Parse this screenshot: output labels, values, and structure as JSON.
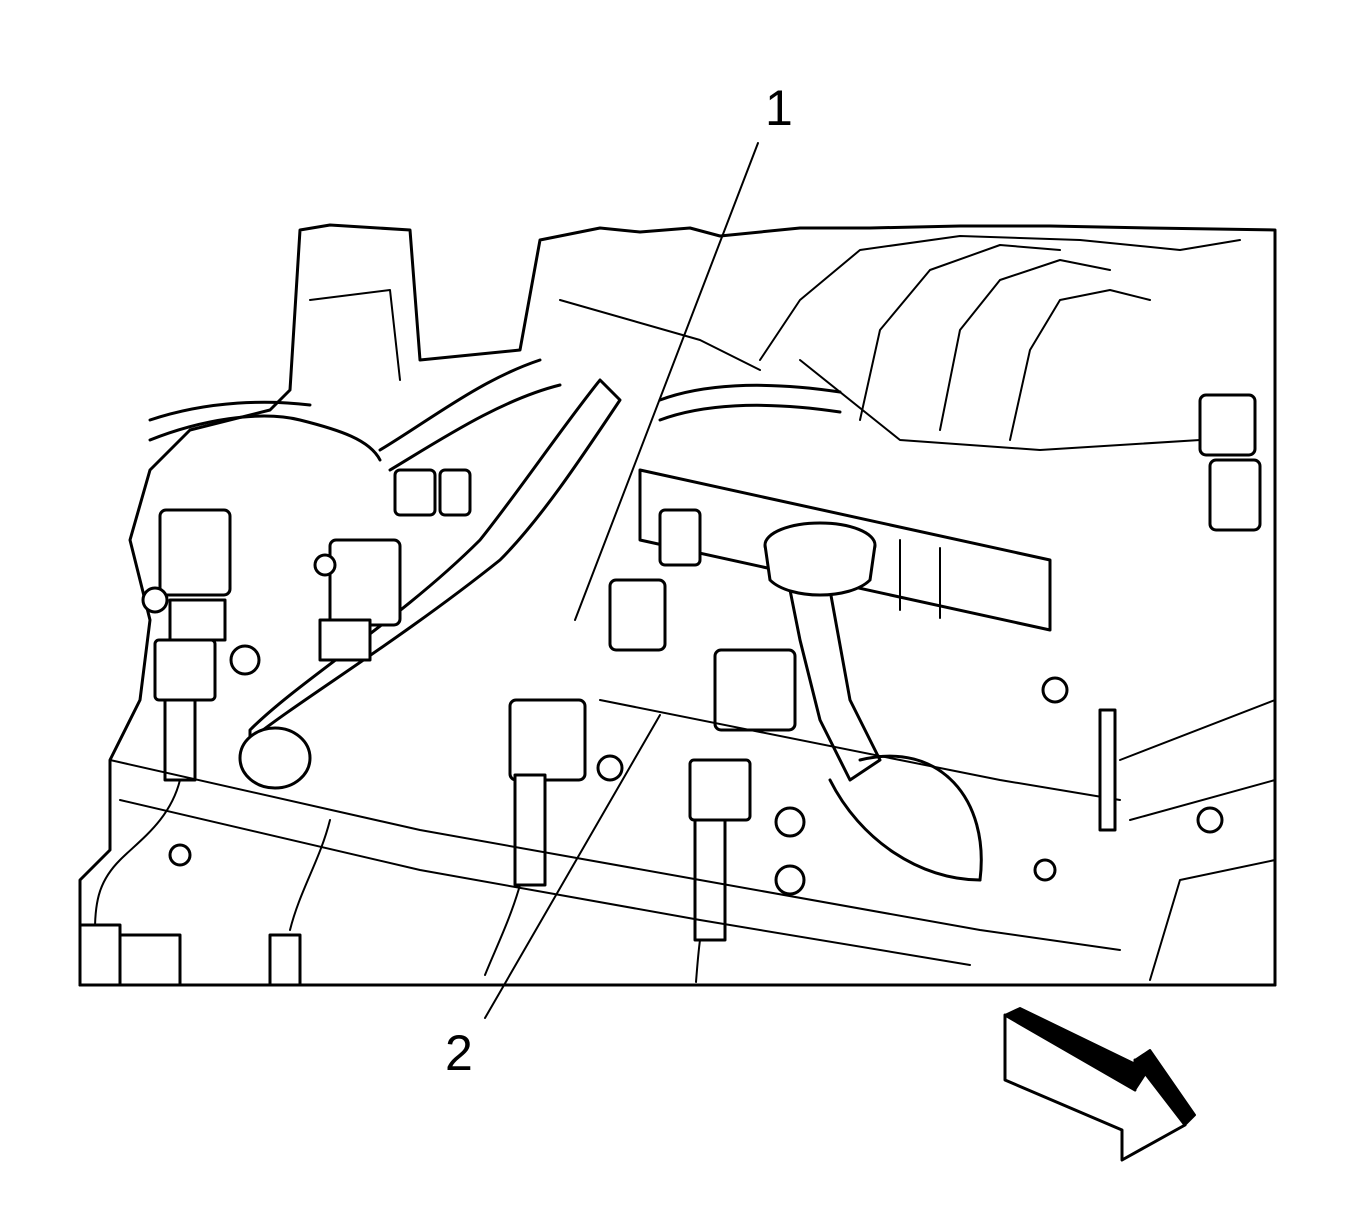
{
  "callouts": [
    {
      "id": "1",
      "label": "1"
    },
    {
      "id": "2",
      "label": "2"
    }
  ],
  "orientation": {
    "icon": "direction-arrow-icon"
  },
  "colors": {
    "ink": "#000000",
    "paper": "#ffffff"
  }
}
